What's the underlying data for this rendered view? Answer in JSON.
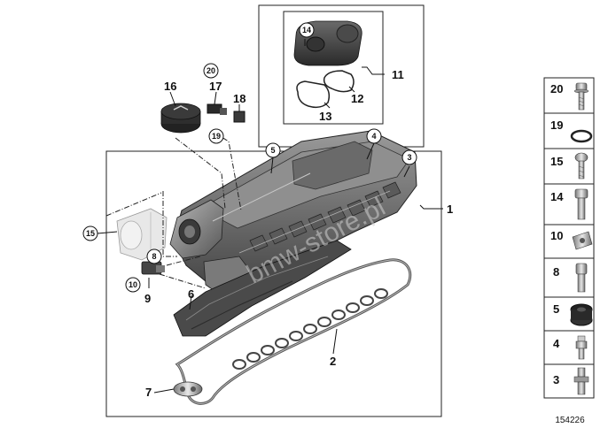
{
  "callouts_plain": [
    {
      "id": "c1",
      "text": "1"
    },
    {
      "id": "c2",
      "text": "2"
    },
    {
      "id": "c6",
      "text": "6"
    },
    {
      "id": "c7",
      "text": "7"
    },
    {
      "id": "c9",
      "text": "9"
    },
    {
      "id": "c11",
      "text": "11"
    },
    {
      "id": "c12",
      "text": "12"
    },
    {
      "id": "c13",
      "text": "13"
    },
    {
      "id": "c16",
      "text": "16"
    },
    {
      "id": "c17",
      "text": "17"
    },
    {
      "id": "c18",
      "text": "18"
    }
  ],
  "callouts_circled": [
    {
      "id": "k3",
      "text": "3"
    },
    {
      "id": "k4",
      "text": "4"
    },
    {
      "id": "k5",
      "text": "5"
    },
    {
      "id": "k8",
      "text": "8"
    },
    {
      "id": "k10",
      "text": "10"
    },
    {
      "id": "k14",
      "text": "14"
    },
    {
      "id": "k15",
      "text": "15"
    },
    {
      "id": "k19",
      "text": "19"
    },
    {
      "id": "k20",
      "text": "20"
    }
  ],
  "side_parts": [
    {
      "label": "20",
      "icon": "bolt-with-washer-icon"
    },
    {
      "label": "19",
      "icon": "o-ring-icon"
    },
    {
      "label": "15",
      "icon": "screw-icon"
    },
    {
      "label": "14",
      "icon": "bolt-icon"
    },
    {
      "label": "10",
      "icon": "spring-nut-icon"
    },
    {
      "label": "8",
      "icon": "cap-screw-icon"
    },
    {
      "label": "5",
      "icon": "grommet-icon"
    },
    {
      "label": "4",
      "icon": "spark-plug-icon"
    },
    {
      "label": "3",
      "icon": "stud-icon"
    }
  ],
  "watermark": "bmw-store.pl",
  "diagram_number": "154226",
  "colors": {
    "line": "#111111",
    "part_dark": "#3a3a3a",
    "part_mid": "#8a8a8a",
    "part_light": "#d6d6d6",
    "gasket": "#555555"
  }
}
